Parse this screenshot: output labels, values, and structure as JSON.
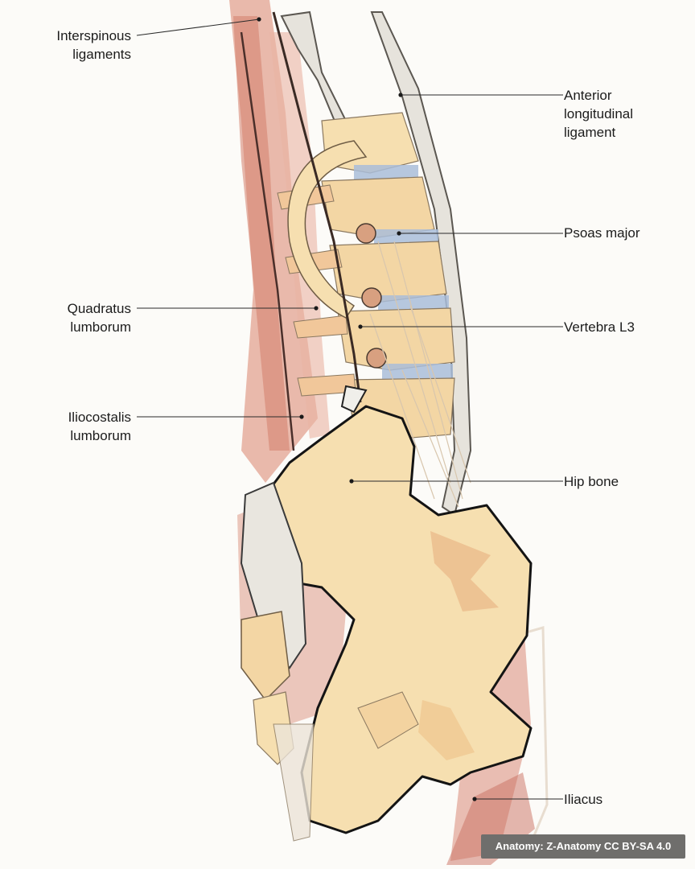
{
  "labels": {
    "interspinous": [
      "Interspinous",
      "ligaments"
    ],
    "anterior": [
      "Anterior",
      "longitudinal",
      "ligament"
    ],
    "psoas": [
      "Psoas major"
    ],
    "quadratus": [
      "Quadratus",
      "lumborum"
    ],
    "vertebra": [
      "Vertebra L3"
    ],
    "iliocostalis": [
      "Iliocostalis",
      "lumborum"
    ],
    "hip": [
      "Hip bone"
    ],
    "iliacus": [
      "Iliacus"
    ]
  },
  "credit": "Anatomy: Z-Anatomy CC BY-SA 4.0",
  "colors": {
    "background": "#fcfbf8",
    "bone": "#f6dfb0",
    "muscle": "#d98a78",
    "ligament": "#e6e3dc",
    "disc": "#9fb3cf",
    "leader": "#2a2a2a"
  }
}
